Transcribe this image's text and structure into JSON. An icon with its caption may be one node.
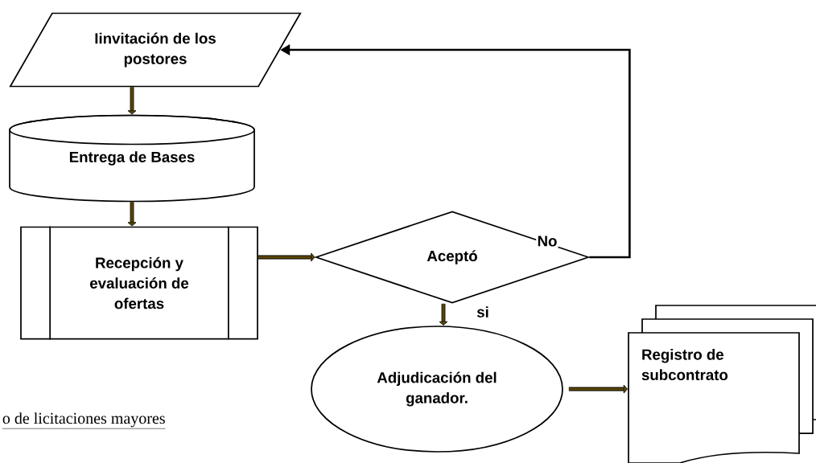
{
  "diagram": {
    "nodes": [
      {
        "text": [
          "Iinvitación de los postores"
        ]
      },
      {
        "text": [
          "Entrega de Bases"
        ]
      },
      {
        "text": [
          "Recepción y evaluación de ofertas"
        ]
      },
      {
        "text": [
          "Aceptó"
        ]
      },
      {
        "text": [
          "Adjudicación del ganador."
        ]
      },
      {
        "text": [
          "Registro de subcontrato"
        ]
      }
    ],
    "edges": [
      {
        "from": 0,
        "to": 1,
        "arrow": "to"
      },
      {
        "from": 1,
        "to": 2,
        "arrow": "to"
      },
      {
        "from": 2,
        "to": 3,
        "arrow": "to"
      },
      {
        "from": 3,
        "to": 0,
        "arrow": "to",
        "label": "No",
        "color": "#000000"
      },
      {
        "from": 3,
        "to": 4,
        "arrow": "to",
        "label": "si"
      },
      {
        "from": 4,
        "to": 5,
        "arrow": "to"
      }
    ],
    "labels": [
      "o de licitaciones mayores"
    ]
  }
}
